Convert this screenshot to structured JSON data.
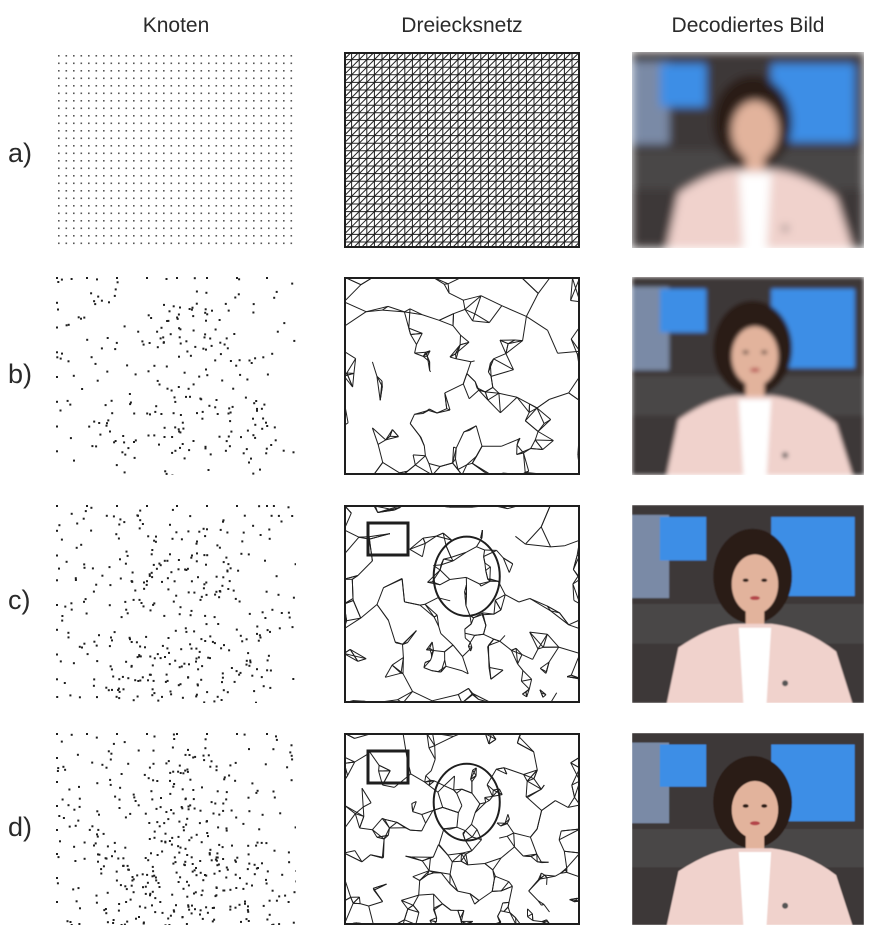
{
  "headers": {
    "nodes": "Knoten",
    "mesh": "Dreiecksnetz",
    "decoded": "Decodiertes Bild"
  },
  "rows": [
    {
      "label": "a)"
    },
    {
      "label": "b)"
    },
    {
      "label": "c)"
    },
    {
      "label": "d)"
    }
  ],
  "colors": {
    "background": "#ffffff",
    "ink": "#1e1e1e",
    "studio_dark": "#3c3838",
    "monitor_blue": "#3c8ee6",
    "jacket_pink": "#f0d2cc",
    "skin": "#e2b39c",
    "hair": "#2a1a16"
  }
}
